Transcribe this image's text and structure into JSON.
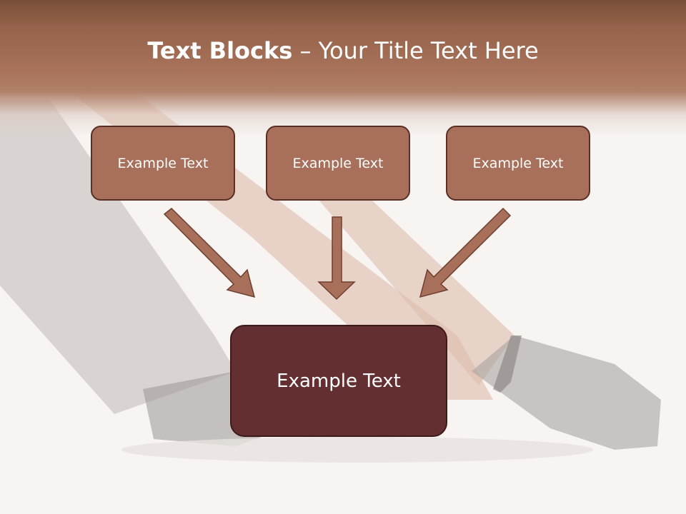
{
  "title": {
    "bold": "Text Blocks",
    "rest": " – Your Title Text Here"
  },
  "boxes": {
    "left": "Example Text",
    "middle": "Example Text",
    "right": "Example Text",
    "main": "Example Text"
  },
  "colors": {
    "header": "#a8735a",
    "box_fill": "#a8705a",
    "box_border": "#5a2f24",
    "main_fill": "#632f30",
    "arrow": "#a8705a",
    "background": "#f7f4f2"
  }
}
